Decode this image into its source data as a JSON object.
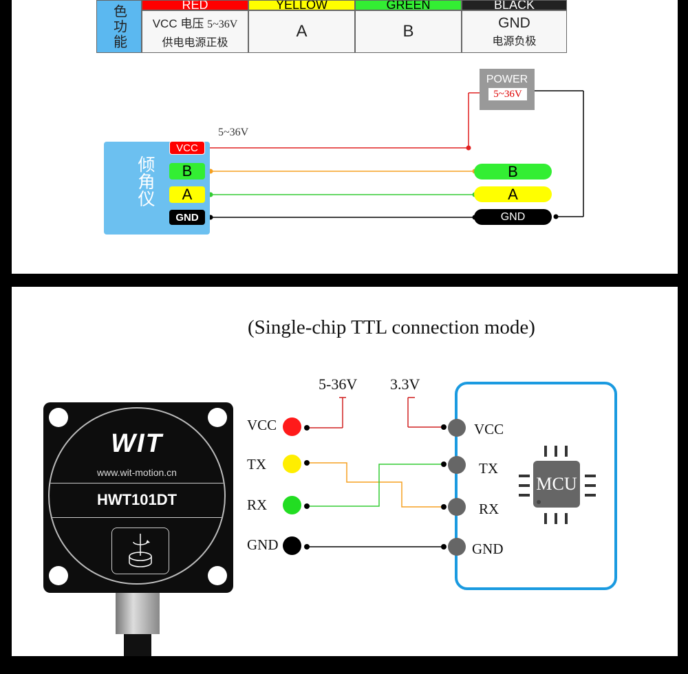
{
  "wire_table": {
    "row_header": "色功能",
    "colors": [
      {
        "label": "RED",
        "bg": "#ff0000",
        "fg": "#ffffff"
      },
      {
        "label": "YELLOW",
        "bg": "#ffff00",
        "fg": "#000000"
      },
      {
        "label": "GREEN",
        "bg": "#33ee33",
        "fg": "#000000"
      },
      {
        "label": "BLACK",
        "bg": "#222222",
        "fg": "#ffffff"
      }
    ],
    "functions": [
      {
        "line1_a": "VCC 电压",
        "line1_b": "5~36V",
        "line2": "供电电源正极"
      },
      {
        "line1_a": "A",
        "line1_b": "",
        "line2": ""
      },
      {
        "line1_a": "B",
        "line1_b": "",
        "line2": ""
      },
      {
        "line1_a": "GND",
        "line1_b": "",
        "line2": "电源负极"
      }
    ],
    "header_bg": "#5bb8f0"
  },
  "wiring_diagram": {
    "device_label": "倾角仪",
    "device_bg": "#6cc0f0",
    "pins": [
      {
        "label": "VCC",
        "bg": "#ff0000",
        "fg": "#ffffff"
      },
      {
        "label": "B",
        "bg": "#33ee33",
        "fg": "#000000"
      },
      {
        "label": "A",
        "bg": "#ffff00",
        "fg": "#000000"
      },
      {
        "label": "GND",
        "bg": "#000000",
        "fg": "#ffffff"
      }
    ],
    "voltage_label": "5~36V",
    "power_title": "POWER",
    "power_voltage": "5~36V",
    "targets": [
      {
        "label": "B",
        "bg": "#33ee33",
        "fg": "#000000"
      },
      {
        "label": "A",
        "bg": "#ffff00",
        "fg": "#000000"
      },
      {
        "label": "GND",
        "bg": "#000000",
        "fg": "#ffffff"
      }
    ],
    "wire_colors": {
      "vcc": "#e02020",
      "b": "#f5a020",
      "a": "#33cc33",
      "gnd": "#000000"
    }
  },
  "ttl_diagram": {
    "title": "(Single-chip TTL connection mode)",
    "sensor_brand": "WIT",
    "sensor_url": "www.wit-motion.cn",
    "sensor_model": "HWT101DT",
    "left_pins": [
      {
        "label": "VCC",
        "color": "#ff1a1a"
      },
      {
        "label": "TX",
        "color": "#ffee00"
      },
      {
        "label": "RX",
        "color": "#22dd22"
      },
      {
        "label": "GND",
        "color": "#000000"
      }
    ],
    "supply_left": "5-36V",
    "supply_right": "3.3V",
    "mcu_label": "MCU",
    "mcu_pins": [
      "VCC",
      "TX",
      "RX",
      "GND"
    ],
    "mcu_border": "#1a9ae0"
  }
}
